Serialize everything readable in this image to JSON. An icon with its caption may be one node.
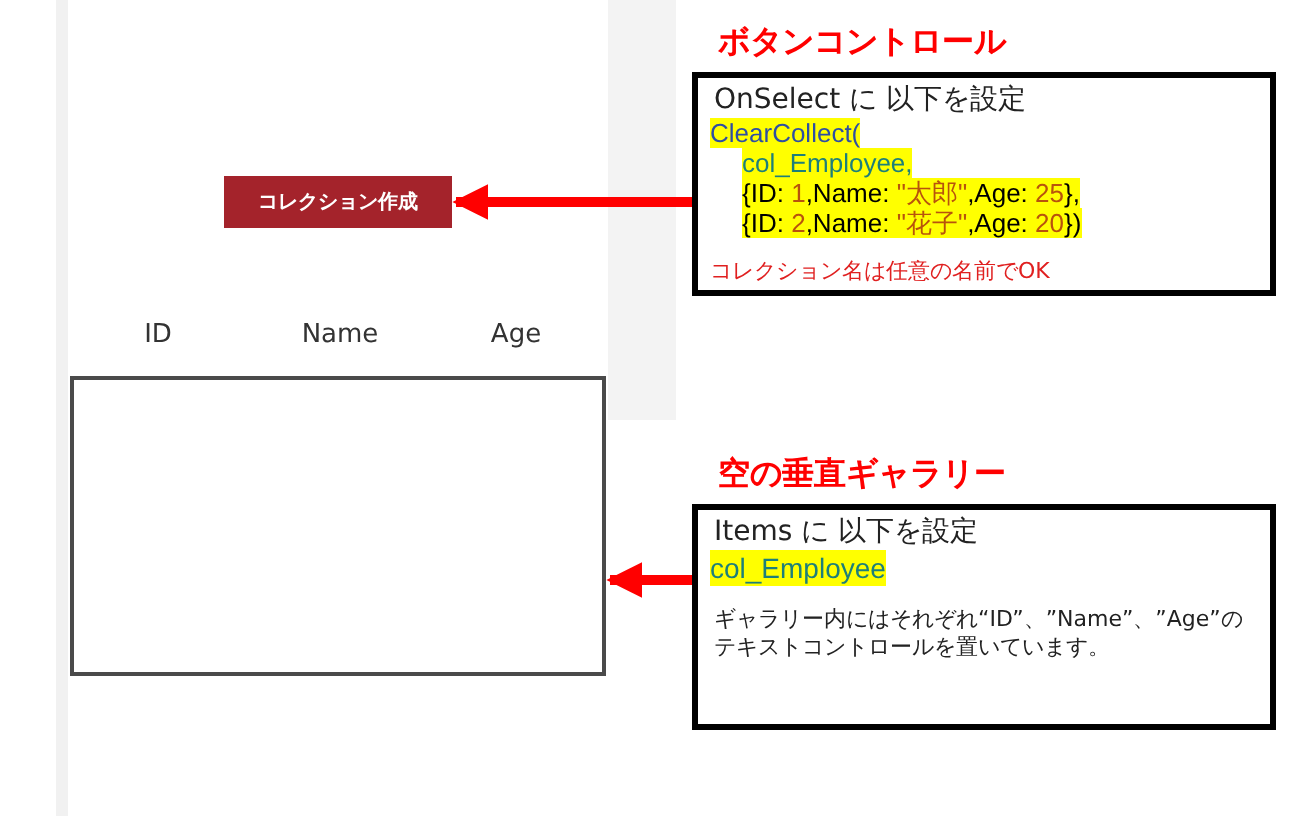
{
  "diagram": {
    "nodes": [
      {
        "text": [
          "コレクション作成"
        ]
      },
      {
        "text": [],
        "shape": "box"
      },
      {
        "text": [
          "ボタンコントロール",
          "OnSelect に 以下を設定",
          "ClearCollect(",
          "col_Employee,",
          "{ID: 1,Name: \"太郎\",Age: 25},",
          "{ID: 2,Name: \"花子\",Age: 20})",
          "コレクション名は任意の名前でOK"
        ]
      },
      {
        "text": [
          "空の垂直ギャラリー",
          "Items に 以下を設定",
          "col_Employee",
          "ギャラリー内にはそれぞれ“ID”、”Name”、”Age”のテキストコントロールを置いています。"
        ]
      }
    ],
    "edges": [
      {
        "from": 2,
        "to": 0,
        "arrow": "to"
      },
      {
        "from": 3,
        "to": 1,
        "arrow": "to"
      }
    ],
    "labels": [
      "ID",
      "Name",
      "Age"
    ]
  }
}
